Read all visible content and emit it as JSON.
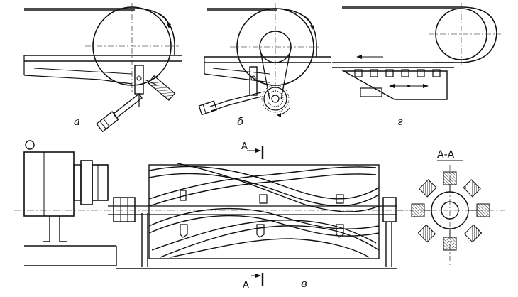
{
  "labels": {
    "fig_a": "а",
    "fig_b": "б",
    "fig_g": "г",
    "fig_v": "в",
    "section_top": "А",
    "section_bottom": "А",
    "section_title": "А-А"
  },
  "colors": {
    "ink": "#111111",
    "paper": "#ffffff"
  }
}
